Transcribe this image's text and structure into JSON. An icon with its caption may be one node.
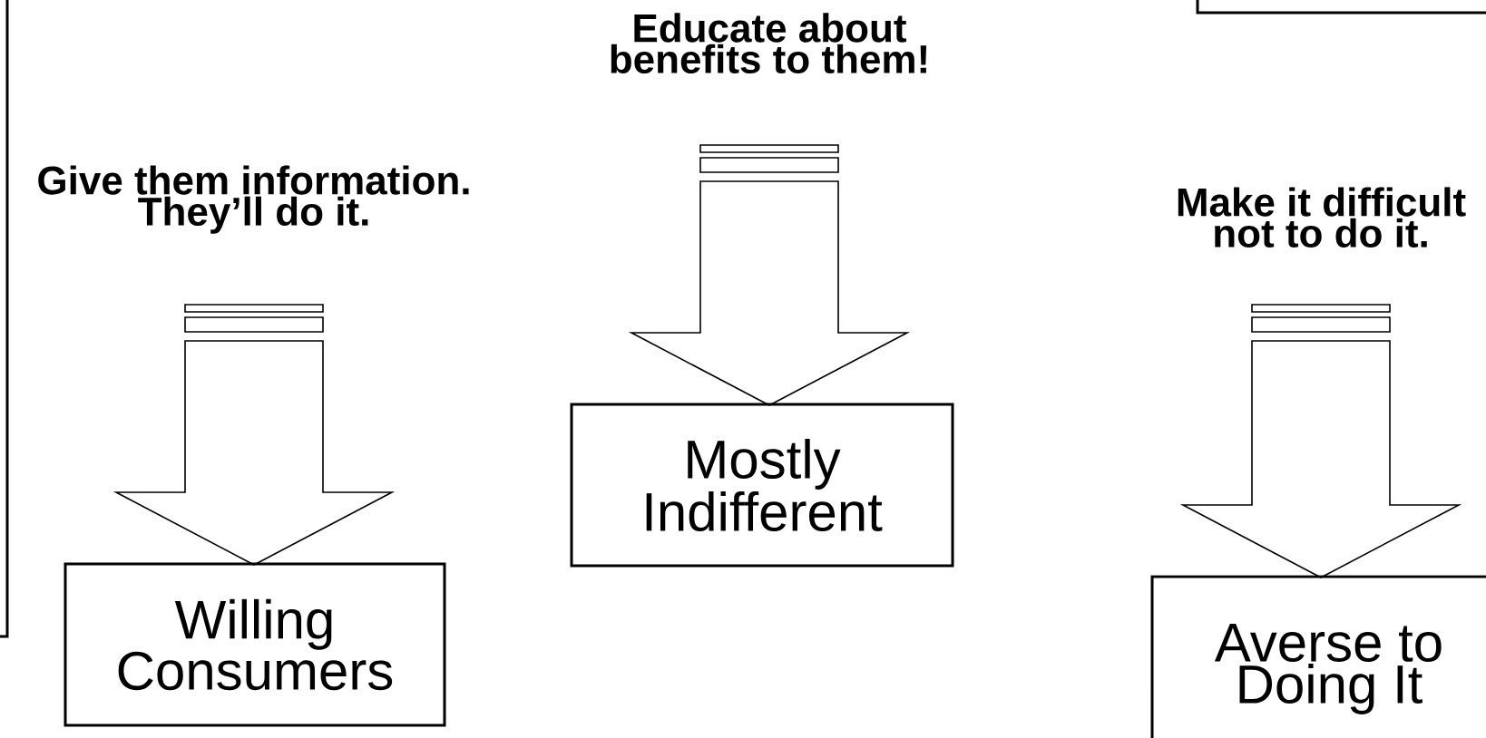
{
  "diagram": {
    "nodes": [
      {
        "text": [],
        "shape": "box"
      },
      {
        "text": [],
        "shape": "box"
      },
      {
        "text": [
          "Educate about benefits to them!"
        ]
      },
      {
        "text": [
          "Give them information. They’ll do it."
        ]
      },
      {
        "text": [
          "Make it difficult not to do it."
        ]
      },
      {
        "text": [
          "Mostly Indifferent"
        ]
      },
      {
        "text": [
          "Willing Consumers"
        ]
      },
      {
        "text": [
          "Averse to Doing It"
        ]
      }
    ],
    "edges": [
      {
        "from": 2,
        "to": 5,
        "arrow": "to"
      },
      {
        "from": 3,
        "to": 6,
        "arrow": "to"
      },
      {
        "from": 4,
        "to": 7,
        "arrow": "to"
      }
    ]
  }
}
